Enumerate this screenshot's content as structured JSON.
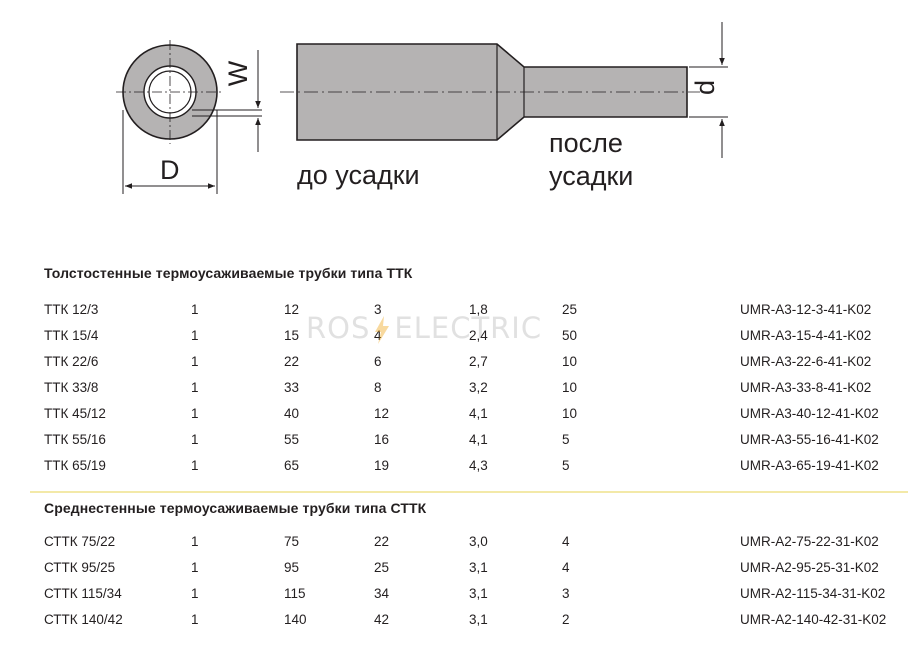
{
  "diagram": {
    "label_before": "до усадки",
    "label_after_line1": "после",
    "label_after_line2": "усадки",
    "dim_D": "D",
    "dim_W": "W",
    "dim_d": "d"
  },
  "watermark": {
    "left": "ROS",
    "right": "ELECTRIC"
  },
  "section_ttk": {
    "title": "Толстостенные термоусаживаемые трубки типа ТТК",
    "rows": [
      [
        "ТТК 12/3",
        "1",
        "12",
        "3",
        "1,8",
        "25",
        "UMR-A3-12-3-41-K02"
      ],
      [
        "ТТК 15/4",
        "1",
        "15",
        "4",
        "2,4",
        "50",
        "UMR-A3-15-4-41-K02"
      ],
      [
        "ТТК 22/6",
        "1",
        "22",
        "6",
        "2,7",
        "10",
        "UMR-A3-22-6-41-K02"
      ],
      [
        "ТТК 33/8",
        "1",
        "33",
        "8",
        "3,2",
        "10",
        "UMR-A3-33-8-41-K02"
      ],
      [
        "ТТК 45/12",
        "1",
        "40",
        "12",
        "4,1",
        "10",
        "UMR-A3-40-12-41-K02"
      ],
      [
        "ТТК 55/16",
        "1",
        "55",
        "16",
        "4,1",
        "5",
        "UMR-A3-55-16-41-K02"
      ],
      [
        "ТТК 65/19",
        "1",
        "65",
        "19",
        "4,3",
        "5",
        "UMR-A3-65-19-41-K02"
      ]
    ]
  },
  "section_sttk": {
    "title": "Среднестенные термоусаживаемые трубки типа СТТК",
    "rows": [
      [
        "СТТК 75/22",
        "1",
        "75",
        "22",
        "3,0",
        "4",
        "UMR-A2-75-22-31-K02"
      ],
      [
        "СТТК 95/25",
        "1",
        "95",
        "25",
        "3,1",
        "4",
        "UMR-A2-95-25-31-K02"
      ],
      [
        "СТТК 115/34",
        "1",
        "115",
        "34",
        "3,1",
        "3",
        "UMR-A2-115-34-31-K02"
      ],
      [
        "СТТК 140/42",
        "1",
        "140",
        "42",
        "3,1",
        "2",
        "UMR-A2-140-42-31-K02"
      ]
    ]
  }
}
